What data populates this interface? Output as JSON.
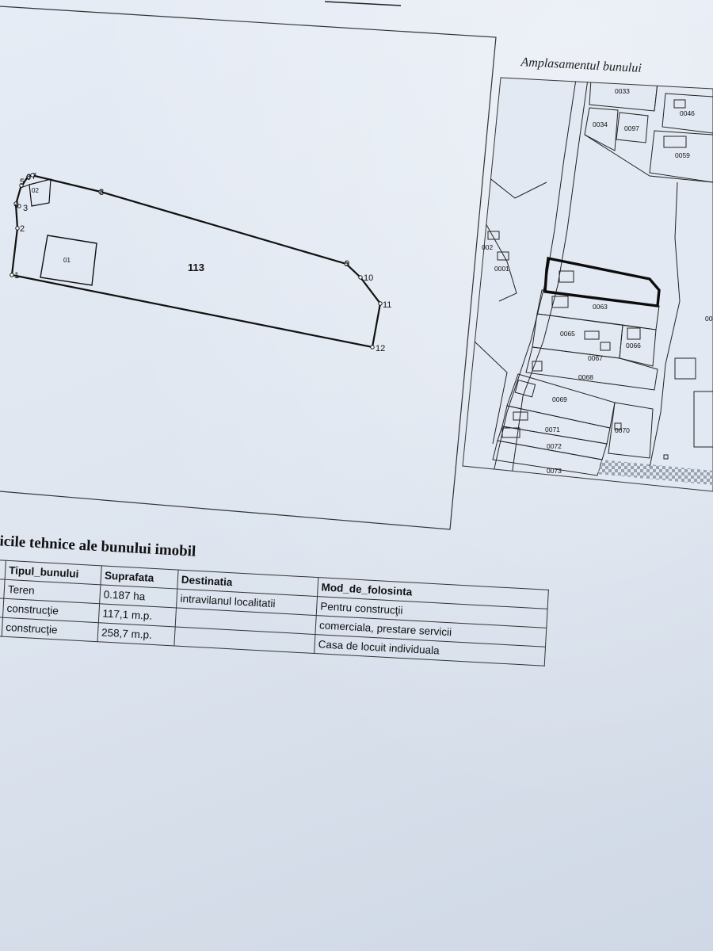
{
  "plan": {
    "parcel_label": "113",
    "building_labels": [
      "01",
      "02"
    ],
    "point_labels": [
      "1",
      "2",
      "3",
      "4",
      "5",
      "6",
      "7",
      "8",
      "9",
      "10",
      "11",
      "12"
    ]
  },
  "location_map": {
    "title": "Amplasamentul bunului",
    "parcel_labels": [
      "0033",
      "0046",
      "0034",
      "0097",
      "0059",
      "002",
      "0001",
      "0063",
      "0065",
      "0066",
      "0067",
      "0068",
      "0069",
      "0070",
      "0071",
      "0072",
      "0073",
      "00"
    ]
  },
  "technical": {
    "section_title": "ticile tehnice ale bunului imobil",
    "headers": [
      "Tipul_bunului",
      "Suprafata",
      "Destinatia",
      "Mod_de_folosinta"
    ],
    "rows": [
      {
        "tip": "Teren",
        "suprafata": "0.187 ha",
        "destinatia": "intravilanul localitatii",
        "mod": "Pentru construcţii"
      },
      {
        "tip": "construcţie",
        "suprafata": "117,1 m.p.",
        "destinatia": "",
        "mod": "comerciala, prestare servicii"
      },
      {
        "tip": "construcţie",
        "suprafata": "258,7 m.p.",
        "destinatia": "",
        "mod": "Casa de locuit individuala"
      }
    ]
  }
}
